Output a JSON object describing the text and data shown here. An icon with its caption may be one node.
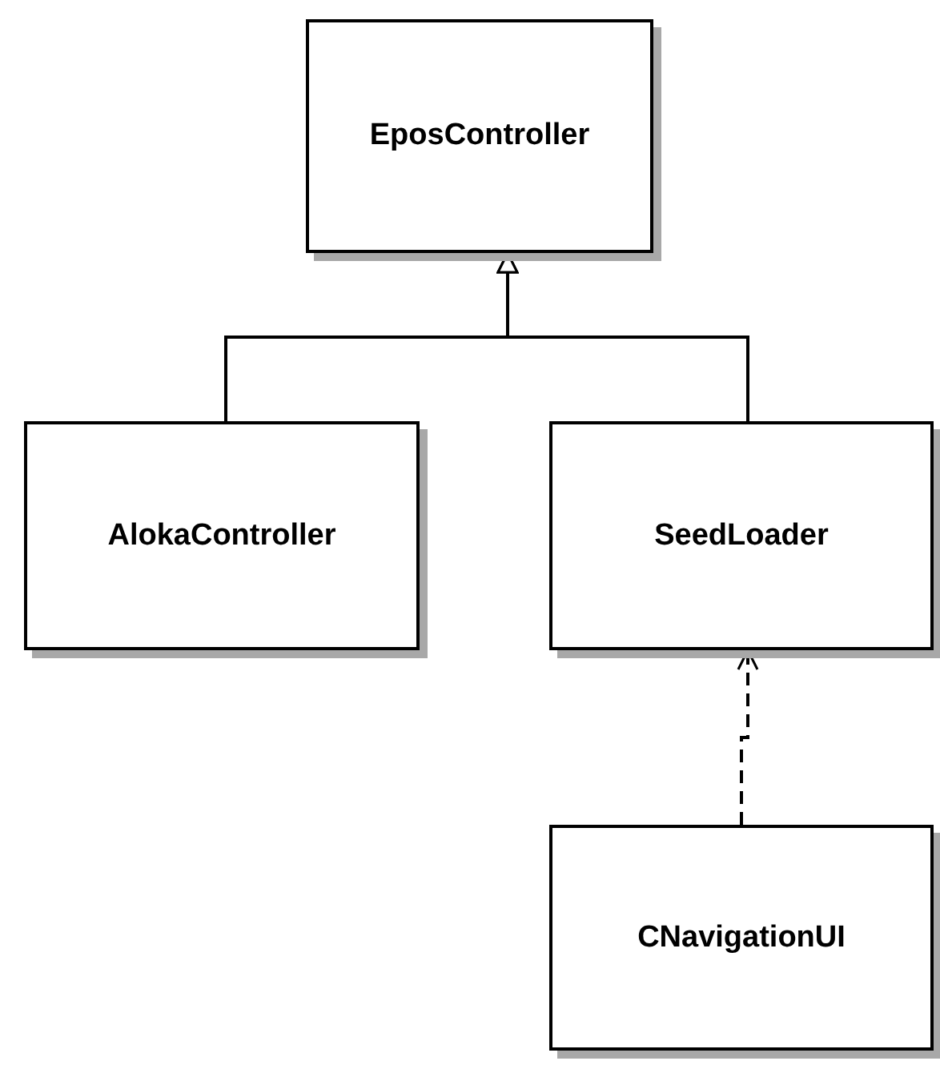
{
  "diagram": {
    "nodes": [
      {
        "text": [
          "EposController"
        ]
      },
      {
        "text": [
          "AlokaController"
        ]
      },
      {
        "text": [
          "SeedLoader"
        ]
      },
      {
        "text": [
          "CNavigationUI"
        ]
      }
    ],
    "edges": [
      {
        "from": 1,
        "to": 0,
        "arrow": "to"
      },
      {
        "from": 2,
        "to": 0,
        "arrow": "to"
      },
      {
        "from": 3,
        "to": 2,
        "arrow": "to",
        "style": "dashed"
      }
    ]
  }
}
